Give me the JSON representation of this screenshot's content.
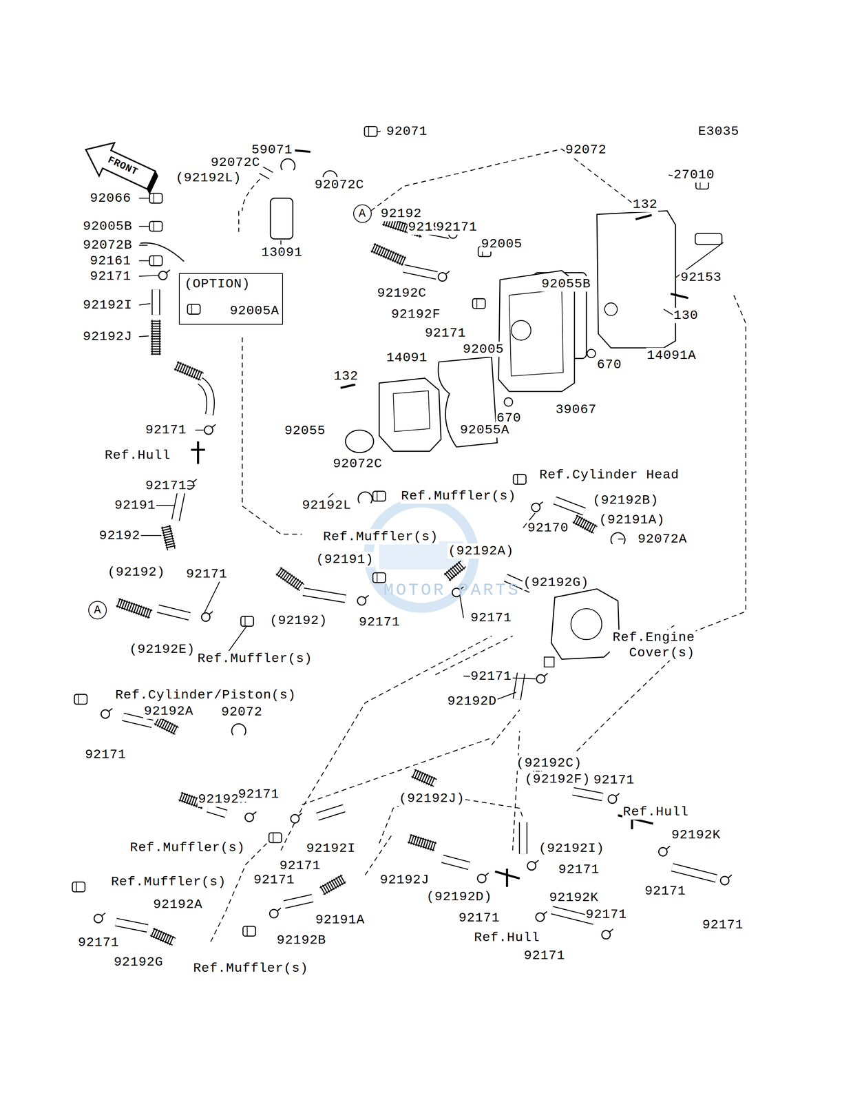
{
  "diagram": {
    "nodes": [
      {
        "text": [
          "(OPTION)",
          "92005A"
        ]
      },
      {
        "text": [
          "A"
        ]
      },
      {
        "text": [
          "A"
        ]
      }
    ],
    "labels": [
      "E3035",
      "92071",
      "59071",
      "92072C",
      "(92192L)",
      "92072C",
      "92072",
      "27010",
      "92066",
      "92005B",
      "92072B",
      "92161",
      "92171",
      "92192I",
      "92192J",
      "13091",
      "92192",
      "92192E",
      "92171",
      "132",
      "92005",
      "92055B",
      "92153",
      "130",
      "92192C",
      "92192F",
      "92171",
      "92005",
      "670",
      "14091A",
      "14091",
      "132",
      "670",
      "39067",
      "92171",
      "92055",
      "92055A",
      "Ref.Hull",
      "92171",
      "92191",
      "92192",
      "92072C",
      "92192L",
      "Ref.Muffler(s)",
      "Ref.Cylinder Head",
      "(92192B)",
      "(92191A)",
      "92170",
      "92072A",
      "Ref.Muffler(s)",
      "(92191)",
      "(92192A)",
      "(92192G)",
      "(92192)",
      "92171",
      "(92192)",
      "92171",
      "92171",
      "Ref.Engine Cover(s)",
      "(92192E)",
      "Ref.Muffler(s)",
      "92171",
      "92192D",
      "Ref.Cylinder/Piston(s)",
      "92192A",
      "92072",
      "92171",
      "(92192C)",
      "(92192F)",
      "92171",
      "92192H",
      "92171",
      "(92192J)",
      "Ref.Hull",
      "92192K",
      "Ref.Muffler(s)",
      "92192I",
      "(92192I)",
      "92171",
      "92171",
      "Ref.Muffler(s)",
      "92171",
      "92192J",
      "92171",
      "(92192D)",
      "92192K",
      "92192A",
      "92171",
      "92171",
      "92191A",
      "92171",
      "Ref.Hull",
      "92192B",
      "92171",
      "92171",
      "92192G",
      "Ref.Muffler(s)",
      "FRONT",
      "MOTOR PARTS"
    ]
  }
}
